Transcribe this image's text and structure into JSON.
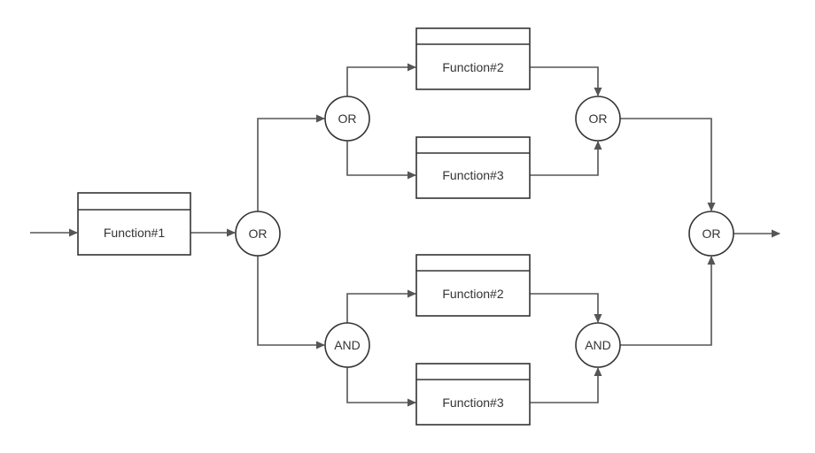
{
  "diagram": {
    "type": "function-flow",
    "colors": {
      "line": "#555555",
      "stroke": "#333333",
      "text": "#333333",
      "background": "#ffffff"
    },
    "functions": [
      {
        "id": "f1",
        "label": "Function#1"
      },
      {
        "id": "f2a",
        "label": "Function#2"
      },
      {
        "id": "f3a",
        "label": "Function#3"
      },
      {
        "id": "f2b",
        "label": "Function#2"
      },
      {
        "id": "f3b",
        "label": "Function#3"
      }
    ],
    "gates": [
      {
        "id": "g_split",
        "label": "OR"
      },
      {
        "id": "g_or_split",
        "label": "OR"
      },
      {
        "id": "g_or_join",
        "label": "OR"
      },
      {
        "id": "g_and_split",
        "label": "AND"
      },
      {
        "id": "g_and_join",
        "label": "AND"
      },
      {
        "id": "g_final",
        "label": "OR"
      }
    ],
    "edges": [
      {
        "from": "input",
        "to": "f1"
      },
      {
        "from": "f1",
        "to": "g_split"
      },
      {
        "from": "g_split",
        "to": "g_or_split"
      },
      {
        "from": "g_split",
        "to": "g_and_split"
      },
      {
        "from": "g_or_split",
        "to": "f2a"
      },
      {
        "from": "g_or_split",
        "to": "f3a"
      },
      {
        "from": "f2a",
        "to": "g_or_join"
      },
      {
        "from": "f3a",
        "to": "g_or_join"
      },
      {
        "from": "g_and_split",
        "to": "f2b"
      },
      {
        "from": "g_and_split",
        "to": "f3b"
      },
      {
        "from": "f2b",
        "to": "g_and_join"
      },
      {
        "from": "f3b",
        "to": "g_and_join"
      },
      {
        "from": "g_or_join",
        "to": "g_final"
      },
      {
        "from": "g_and_join",
        "to": "g_final"
      },
      {
        "from": "g_final",
        "to": "output"
      }
    ]
  }
}
